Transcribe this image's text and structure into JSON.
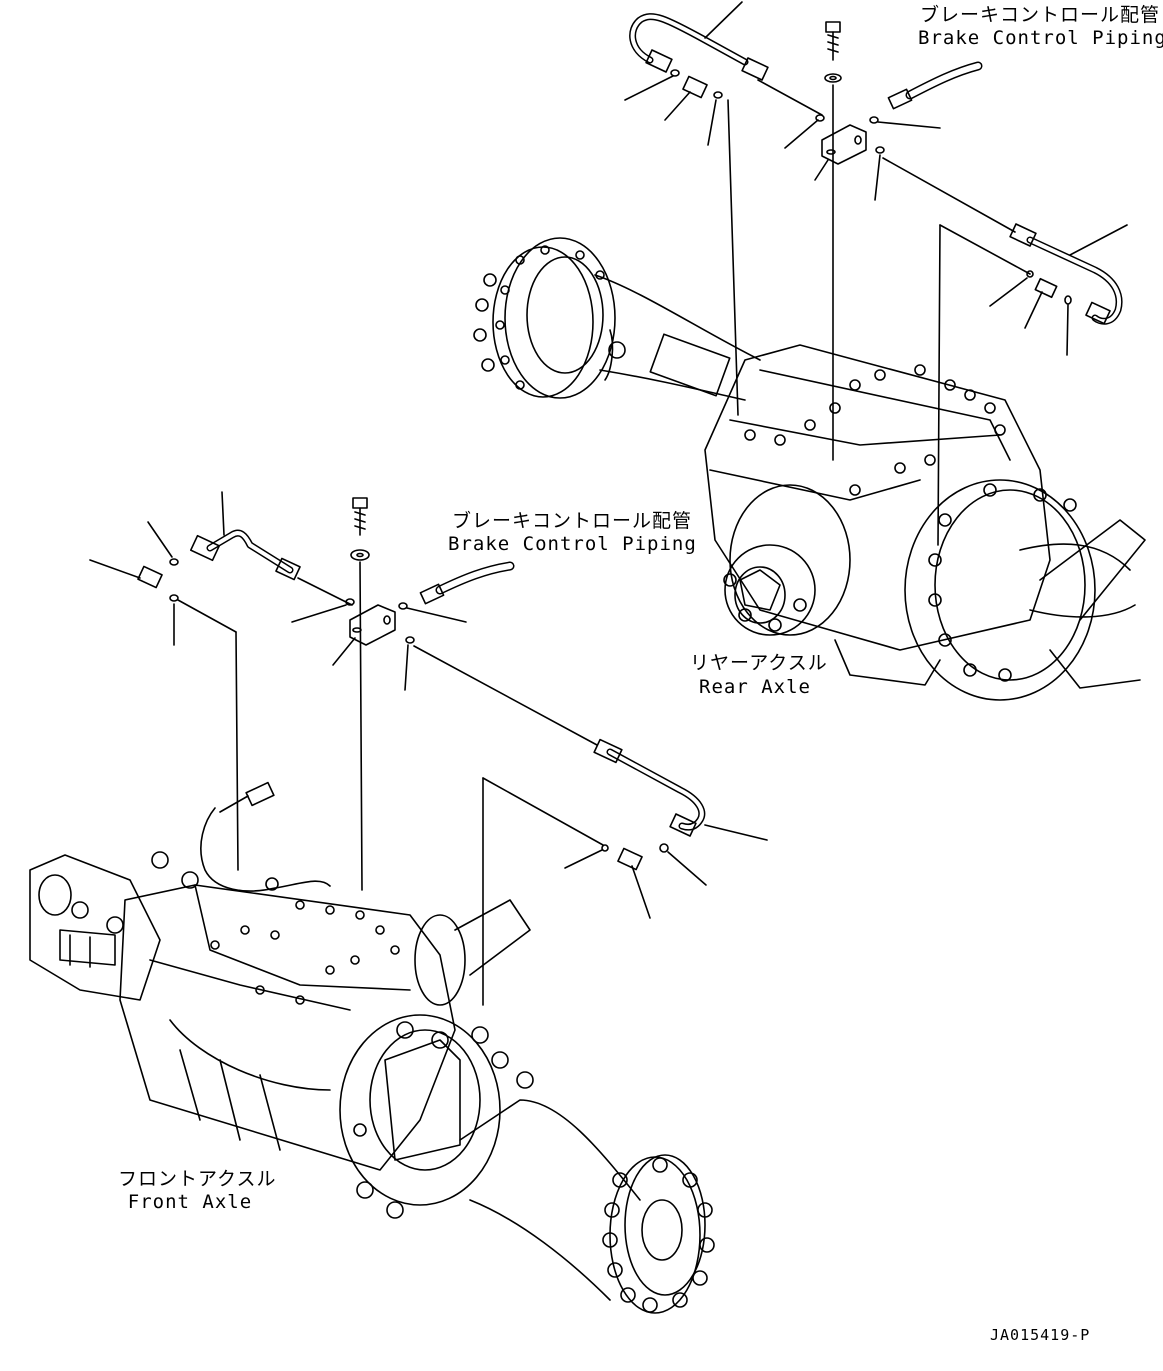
{
  "labels": {
    "brake_piping_top_ja": "ブレーキコントロール配管",
    "brake_piping_top_en": "Brake Control Piping",
    "brake_piping_mid_ja": "ブレーキコントロール配管",
    "brake_piping_mid_en": "Brake Control Piping",
    "rear_axle_ja": "リヤーアクスル",
    "rear_axle_en": "Rear Axle",
    "front_axle_ja": "フロントアクスル",
    "front_axle_en": "Front Axle",
    "drawing_code": "JA015419-P"
  },
  "style": {
    "line_color": "#000000",
    "background": "#ffffff"
  }
}
